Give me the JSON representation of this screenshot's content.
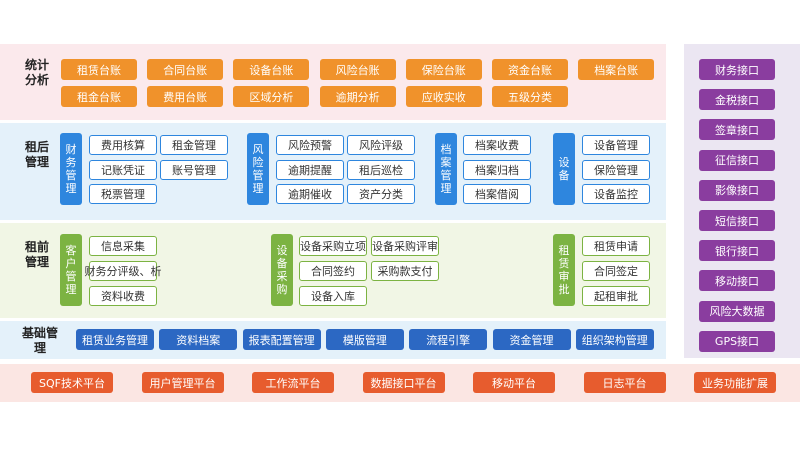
{
  "stats": {
    "label": "统计分析",
    "row1": [
      "租赁台账",
      "合同台账",
      "设备台账",
      "风险台账",
      "保险台账",
      "资金台账",
      "档案台账"
    ],
    "row2": [
      "租金台账",
      "费用台账",
      "区域分析",
      "逾期分析",
      "应收实收",
      "五级分类"
    ]
  },
  "post_lease": {
    "label": "租后管理",
    "finance": {
      "tag": "财务管理",
      "items": [
        "费用核算",
        "租金管理",
        "记账凭证",
        "账号管理",
        "税票管理"
      ]
    },
    "risk": {
      "tag": "风险管理",
      "items": [
        "风险预警",
        "风险评级",
        "逾期提醒",
        "租后巡检",
        "逾期催收",
        "资产分类"
      ]
    },
    "archive": {
      "tag": "档案管理",
      "items": [
        "档案收费",
        "档案归档",
        "档案借阅"
      ]
    },
    "device": {
      "tag": "设备",
      "items": [
        "设备管理",
        "保险管理",
        "设备监控"
      ]
    }
  },
  "pre_lease": {
    "label": "租前管理",
    "customer": {
      "tag": "客户管理",
      "items": [
        "信息采集",
        "财务分评级、析",
        "资料收费"
      ]
    },
    "procurement": {
      "tag": "设备采购",
      "items": [
        "设备采购立项",
        "设备采购评审",
        "合同签约",
        "采购款支付",
        "设备入库"
      ]
    },
    "approval": {
      "tag": "租赁审批",
      "items": [
        "租赁申请",
        "合同签定",
        "起租审批"
      ]
    }
  },
  "base": {
    "label": "基础管理",
    "items": [
      "租赁业务管理",
      "资料档案",
      "报表配置管理",
      "模版管理",
      "流程引擎",
      "资金管理",
      "组织架构管理"
    ]
  },
  "platform": {
    "items": [
      "SQF技术平台",
      "用户管理平台",
      "工作流平台",
      "数据接口平台",
      "移动平台",
      "日志平台",
      "业务功能扩展"
    ]
  },
  "interfaces": {
    "items": [
      "财务接口",
      "金税接口",
      "签章接口",
      "征信接口",
      "影像接口",
      "短信接口",
      "银行接口",
      "移动接口",
      "风险大数据",
      "GPS接口"
    ]
  },
  "colors": {
    "stats_band": "#fbe9ec",
    "post_band": "#e4f1fa",
    "pre_band": "#f1f6e5",
    "base_band": "#e4f1fa",
    "platform_band": "#fbe6e3",
    "interface_band": "#ebe6f2"
  }
}
